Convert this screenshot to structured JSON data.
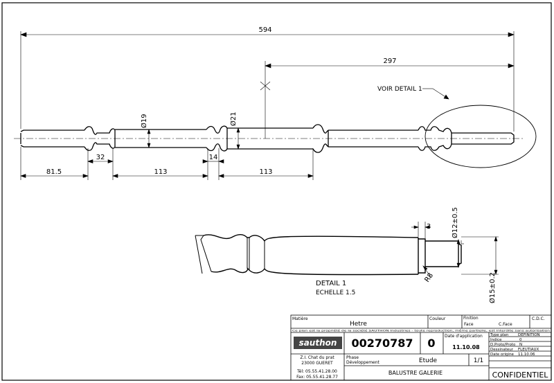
{
  "drawing": {
    "overall_length": "594",
    "half_length": "297",
    "callout": "VOIR DETAIL 1",
    "dim_19": "Ø19",
    "dim_21": "Ø21",
    "dim_81_5": "81.5",
    "dim_32": "32",
    "dim_113_a": "113",
    "dim_14": "14",
    "dim_113_b": "113",
    "detail_title": "DETAIL 1",
    "detail_scale": "ECHELLE 1.5",
    "detail_dim_3": "3",
    "detail_dim_12": "Ø12±0.5",
    "detail_dim_15": "Ø15±0.2",
    "detail_dim_r8": "R8"
  },
  "title_block": {
    "matiere_label": "Matière",
    "matiere_value": "Hetre",
    "couleur_label": "Couleur",
    "finition_label": "Finition",
    "finition_face": "Face",
    "finition_cface": "C.Face",
    "cdc_label": "C.D.C.",
    "notice": "Ce plan est la propriété de la société SAUTHON Industries - toute reproduction, même partielle, est interdite sans autorisation",
    "logo_text": "sauthon",
    "part_number": "00270787",
    "revision": "0",
    "date_label": "Date d'application",
    "date_value": "11.10.08",
    "type_plan_label": "Type plan",
    "type_plan_value": "DEFINITION",
    "indice_label": "Indice",
    "indice_value": "0",
    "proto_label": "D.Proto/Proto",
    "proto_value": "N",
    "dessinateur_label": "Dessinateur",
    "dessinateur_value": "FLEUTIAUX",
    "date_origine_label": "Date origine",
    "date_origine_value": "11.10.06",
    "address_1": "Z.I. Chat du prat",
    "address_2": "23000 GUERET",
    "tel": "Tél: 05.55.41.28.00",
    "fax": "Fax: 05.55.41.28.77",
    "phase_label": "Phase",
    "phase_value": "Développement",
    "etude": "Etude",
    "sheet": "1/1",
    "designation": "BALUSTRE GALERIE",
    "confidentiel": "CONFIDENTIEL"
  }
}
